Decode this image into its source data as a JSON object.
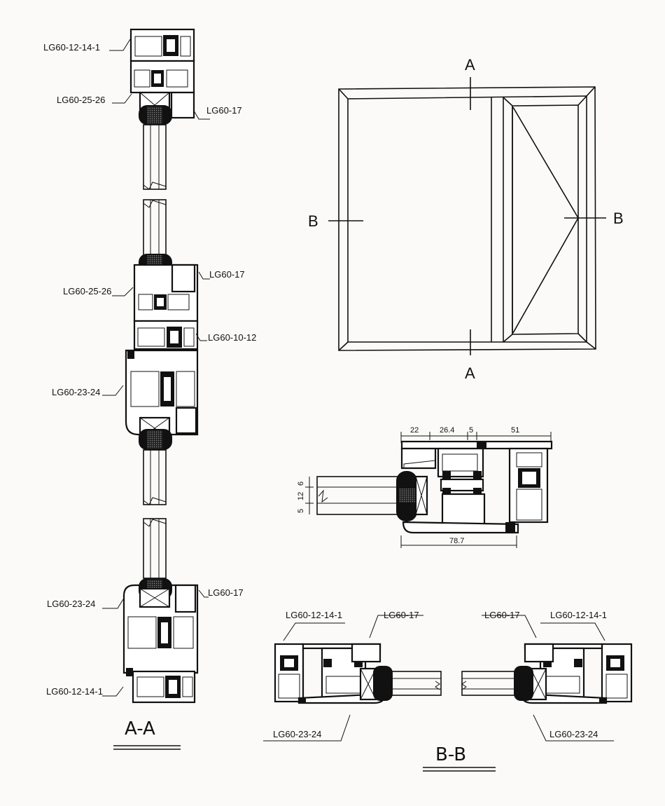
{
  "drawing": {
    "colors": {
      "ink": "#111111",
      "paper": "#fbfaf8"
    },
    "elevation": {
      "section_marks": {
        "top": "A",
        "bottom": "A",
        "left": "B",
        "right": "B"
      },
      "sash_opening": "side-hung (opening triangle, hinge on left of sash)"
    },
    "section_aa": {
      "title": "A-A",
      "labels": {
        "top_frame": "LG60-12-14-1",
        "top_sash": "LG60-25-26",
        "top_bead": "LG60-17",
        "mid_sash": "LG60-25-26",
        "mid_bead": "LG60-17",
        "mullion": "LG60-10-12",
        "mid_frame": "LG60-23-24",
        "bottom_frame": "LG60-23-24",
        "bottom_bead": "LG60-17",
        "bottom_base": "LG60-12-14-1"
      }
    },
    "detail": {
      "dims_top": [
        "22",
        "26.4",
        "5",
        "51"
      ],
      "dims_left": [
        "6",
        "12",
        "5"
      ],
      "dim_bottom": "78.7"
    },
    "section_bb": {
      "title": "B-B",
      "left_labels": {
        "frame": "LG60-12-14-1",
        "bead": "LG60-17",
        "sash": "LG60-23-24"
      },
      "right_labels": {
        "frame": "LG60-12-14-1",
        "bead": "LG60-17",
        "sash": "LG60-23-24"
      }
    }
  }
}
